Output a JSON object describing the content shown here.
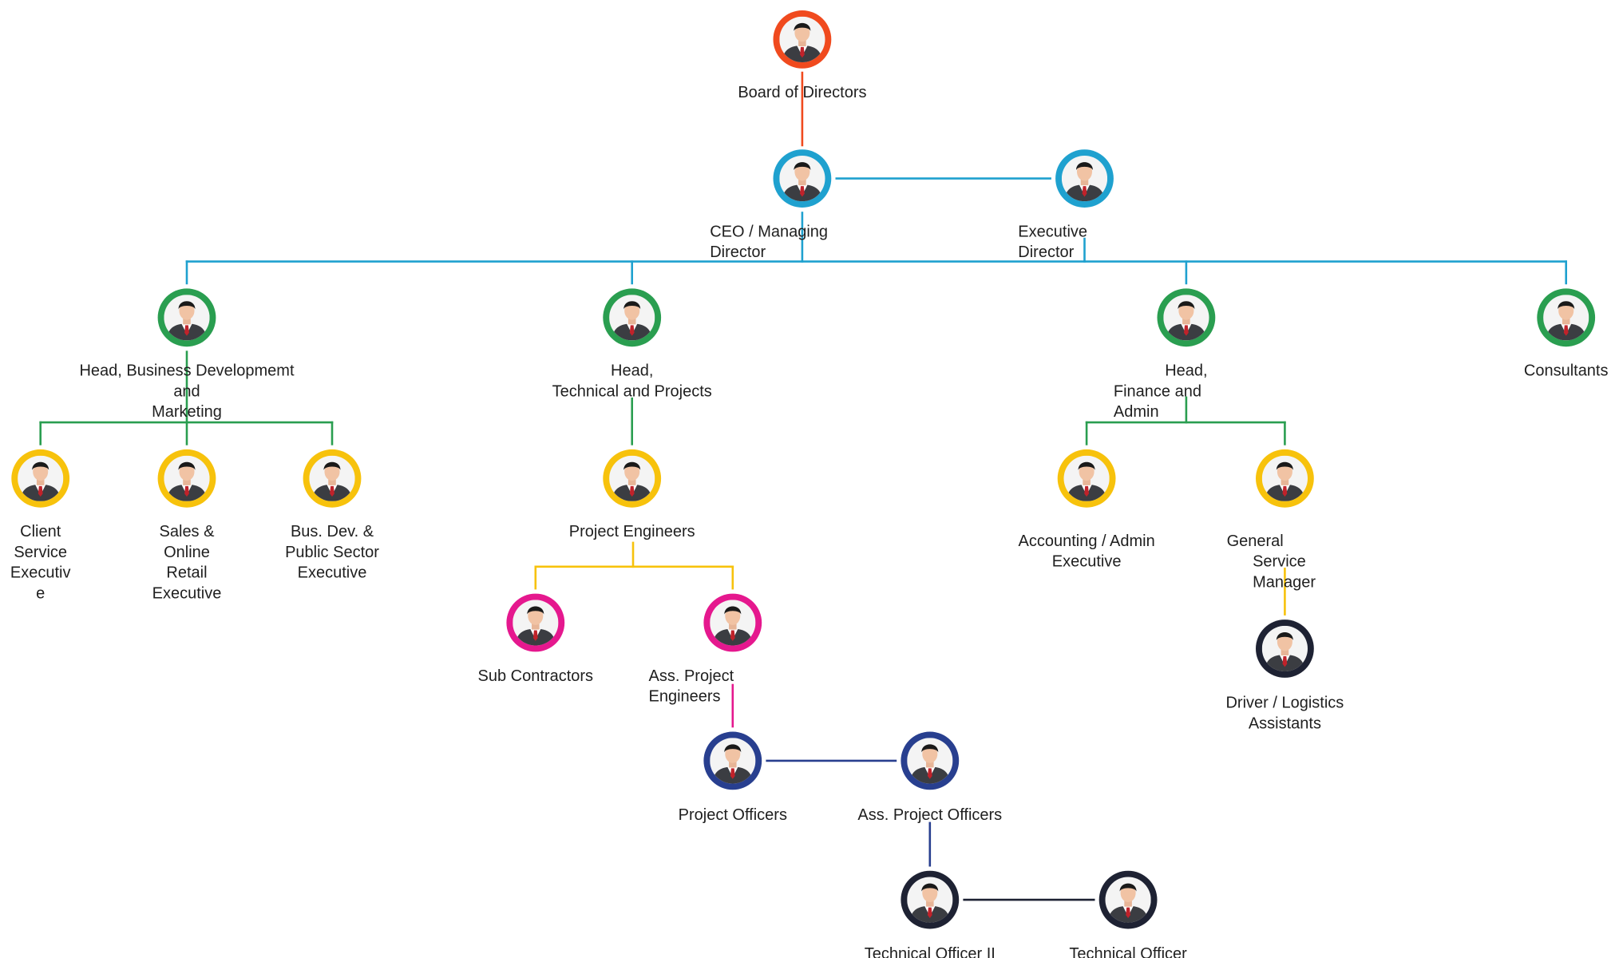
{
  "colors": {
    "red": "#f04a1e",
    "blue": "#1fa1cf",
    "green": "#2a9e50",
    "yellow": "#f7c20c",
    "magenta": "#e5188e",
    "navy": "#283f8f",
    "dark": "#1e2233"
  },
  "icon": "business-person-icon",
  "nodes": [
    {
      "id": "board",
      "color": "red",
      "lines": [
        "Board of Directors"
      ]
    },
    {
      "id": "ceo",
      "color": "blue",
      "lines": [
        "CEO / Managing",
        "Director"
      ]
    },
    {
      "id": "exec",
      "color": "blue",
      "lines": [
        "Executive",
        "Director"
      ]
    },
    {
      "id": "headbiz",
      "color": "green",
      "lines": [
        "Head, Business Developmemt",
        "and",
        "Marketing"
      ]
    },
    {
      "id": "headtech",
      "color": "green",
      "lines": [
        "Head,",
        "Technical and Projects"
      ]
    },
    {
      "id": "headfin",
      "color": "green",
      "lines": [
        "Head,",
        "Finance and",
        "Admin"
      ]
    },
    {
      "id": "consult",
      "color": "green",
      "lines": [
        "Consultants"
      ]
    },
    {
      "id": "client",
      "color": "yellow",
      "lines": [
        "Client",
        "Service",
        "Executiv",
        "e"
      ]
    },
    {
      "id": "sales",
      "color": "yellow",
      "lines": [
        "Sales &",
        "Online",
        "Retail",
        "Executive"
      ]
    },
    {
      "id": "busdev",
      "color": "yellow",
      "lines": [
        "Bus. Dev. &",
        "Public Sector",
        "Executive"
      ]
    },
    {
      "id": "projeng",
      "color": "yellow",
      "lines": [
        "Project Engineers"
      ]
    },
    {
      "id": "acct",
      "color": "yellow",
      "lines": [
        "Accounting / Admin",
        "Executive"
      ]
    },
    {
      "id": "gsm",
      "color": "yellow",
      "lines": [
        "General",
        "Service",
        "Manager"
      ]
    },
    {
      "id": "subc",
      "color": "magenta",
      "lines": [
        "Sub Contractors"
      ]
    },
    {
      "id": "assproj",
      "color": "magenta",
      "lines": [
        "Ass. Project",
        "Engineers"
      ]
    },
    {
      "id": "driver",
      "color": "dark",
      "lines": [
        "Driver / Logistics",
        "Assistants"
      ]
    },
    {
      "id": "projoff",
      "color": "navy",
      "lines": [
        "Project Officers"
      ]
    },
    {
      "id": "assoff",
      "color": "navy",
      "lines": [
        "Ass. Project Officers"
      ]
    },
    {
      "id": "tech2",
      "color": "dark",
      "lines": [
        "Technical Officer II"
      ]
    },
    {
      "id": "tech1",
      "color": "dark",
      "lines": [
        "Technical Officer"
      ]
    }
  ],
  "connections": [
    {
      "from": "board",
      "to": "ceo",
      "color": "red"
    },
    {
      "from": "ceo",
      "to": "exec",
      "color": "blue"
    },
    {
      "from": "ceo",
      "to": "headbiz",
      "color": "blue"
    },
    {
      "from": "ceo",
      "to": "headtech",
      "color": "blue"
    },
    {
      "from": "ceo",
      "to": "headfin",
      "color": "blue"
    },
    {
      "from": "ceo",
      "to": "consult",
      "color": "blue"
    },
    {
      "from": "headbiz",
      "to": "client",
      "color": "green"
    },
    {
      "from": "headbiz",
      "to": "sales",
      "color": "green"
    },
    {
      "from": "headbiz",
      "to": "busdev",
      "color": "green"
    },
    {
      "from": "headtech",
      "to": "projeng",
      "color": "green"
    },
    {
      "from": "headfin",
      "to": "acct",
      "color": "green"
    },
    {
      "from": "headfin",
      "to": "gsm",
      "color": "green"
    },
    {
      "from": "projeng",
      "to": "subc",
      "color": "yellow"
    },
    {
      "from": "projeng",
      "to": "assproj",
      "color": "yellow"
    },
    {
      "from": "gsm",
      "to": "driver",
      "color": "yellow"
    },
    {
      "from": "assproj",
      "to": "projoff",
      "color": "magenta"
    },
    {
      "from": "projoff",
      "to": "assoff",
      "color": "navy"
    },
    {
      "from": "assoff",
      "to": "tech2",
      "color": "navy"
    },
    {
      "from": "tech2",
      "to": "tech1",
      "color": "dark"
    }
  ]
}
